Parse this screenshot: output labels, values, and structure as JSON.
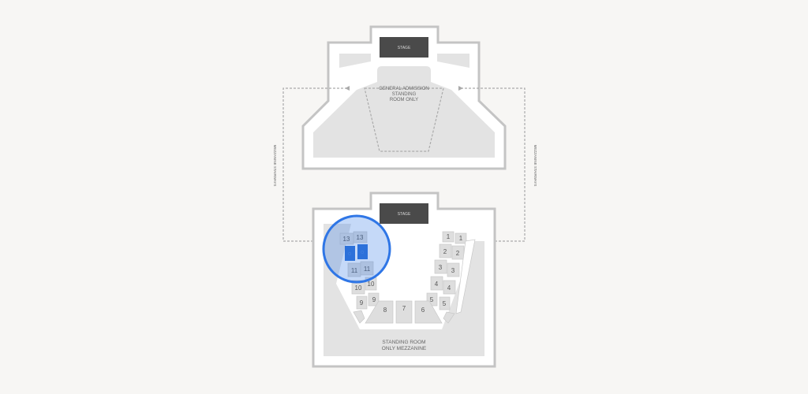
{
  "venue": {
    "upper_floor": {
      "stage_label": "STAGE",
      "area_label": [
        "GENERAL ADMISSION",
        "STANDING",
        "ROOM ONLY"
      ]
    },
    "lower_floor": {
      "stage_label": "STAGE",
      "area_label": [
        "STANDING ROOM",
        "ONLY MEZZANINE"
      ]
    },
    "stairs_label": "MEZZANINE STAIRWAYS"
  },
  "sections": {
    "left": [
      "13",
      "13",
      "11",
      "11",
      "10",
      "10",
      "9",
      "9"
    ],
    "right": [
      "1",
      "1",
      "2",
      "2",
      "3",
      "3",
      "4",
      "4",
      "5",
      "5"
    ],
    "center": [
      "8",
      "7",
      "6"
    ]
  },
  "selection": {
    "highlight_color": "#2f76e6",
    "selected_seat_color": "#2b6fd6"
  },
  "colors": {
    "background": "#f7f6f4",
    "stage": "#4a4a4a",
    "floor": "#e3e3e3",
    "wall": "#c4c4c4",
    "box": "#dedede"
  }
}
